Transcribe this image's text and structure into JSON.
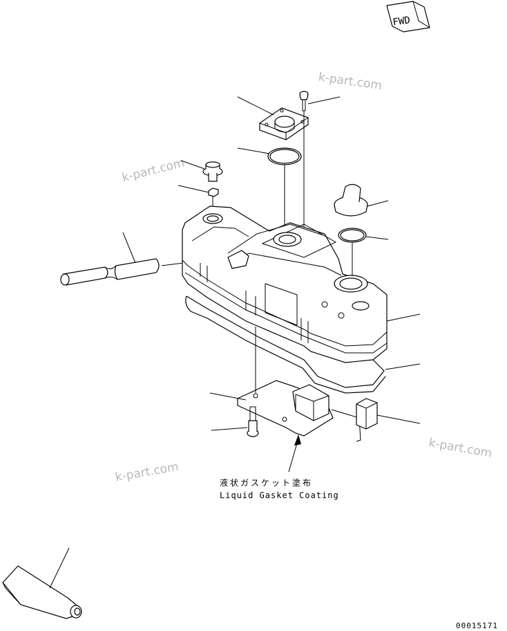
{
  "direction_badge": {
    "label": "FWD"
  },
  "note": {
    "line_jp": "液状ガスケット塗布",
    "line_en": "Liquid Gasket Coating"
  },
  "drawing_number": "00015171",
  "watermarks": [
    "k-part.com",
    "k-part.com",
    "k-part.com",
    "k-part.com"
  ]
}
